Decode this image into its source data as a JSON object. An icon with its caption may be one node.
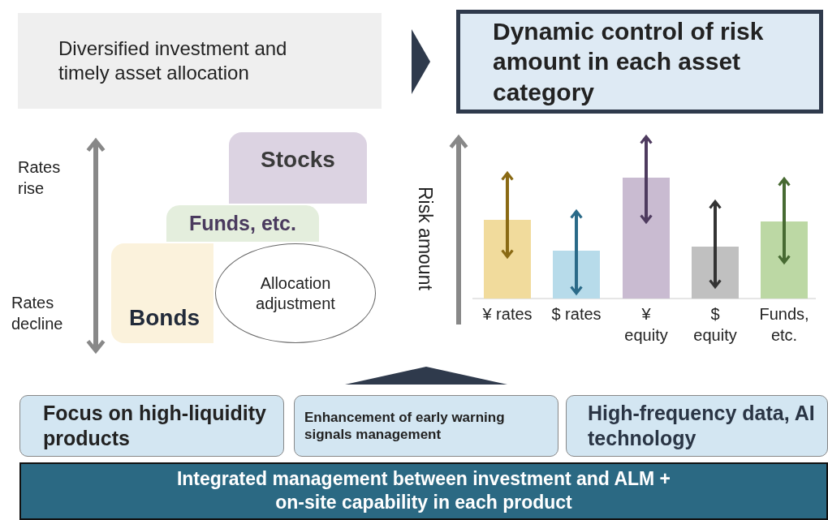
{
  "diagram": {
    "nodes": [
      {
        "text": [
          "Diversified investment and timely asset allocation"
        ]
      },
      {
        "text": [
          "Dynamic control of risk amount in each asset category"
        ]
      },
      {
        "text": [
          "Stocks"
        ]
      },
      {
        "text": [
          "Funds, etc."
        ]
      },
      {
        "text": [
          "Bonds"
        ]
      },
      {
        "text": [
          "Allocation adjustment"
        ]
      },
      {
        "text": [
          "Focus on high-liquidity products"
        ]
      },
      {
        "text": [
          "Enhancement of early warning signals management"
        ]
      },
      {
        "text": [
          "High-frequency data, AI technology"
        ]
      },
      {
        "text": [
          "Integrated management between investment and ALM + on-site capability in each product"
        ]
      }
    ],
    "edges": [
      {
        "from": 0,
        "to": 1,
        "arrow": "to"
      },
      {
        "from": 7,
        "to": null,
        "arrow": "to"
      }
    ],
    "labels": [
      "Rates rise",
      "Rates decline",
      "Risk amount",
      "¥ rates",
      "$ rates",
      "¥ equity",
      "$ equity",
      "Funds, etc."
    ]
  }
}
